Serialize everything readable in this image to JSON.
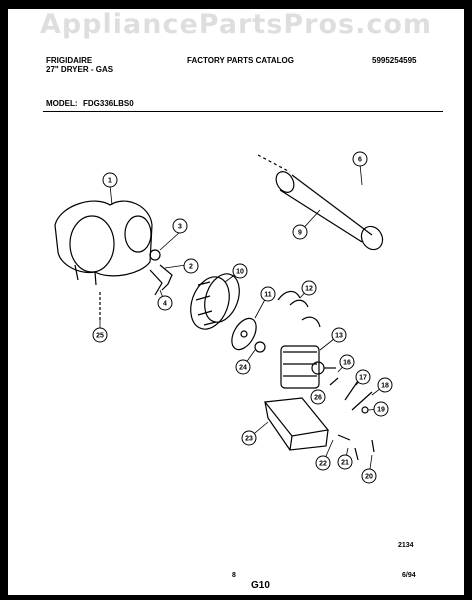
{
  "watermark": "AppliancePartsPros.com",
  "header": {
    "brand": "FRIGIDAIRE",
    "product": "27\" DRYER - GAS",
    "catalog_title": "FACTORY PARTS CATALOG",
    "catalog_number": "5995254595",
    "model_label": "MODEL:",
    "model_value": "FDG336LBS0"
  },
  "diagram": {
    "callouts": [
      "1",
      "2",
      "3",
      "4",
      "6",
      "9",
      "10",
      "11",
      "12",
      "13",
      "16",
      "17",
      "18",
      "19",
      "20",
      "21",
      "22",
      "23",
      "24",
      "25",
      "26"
    ]
  },
  "footer": {
    "drawing_number": "2134",
    "page_number": "8",
    "page_code": "G10",
    "date": "6/94"
  }
}
